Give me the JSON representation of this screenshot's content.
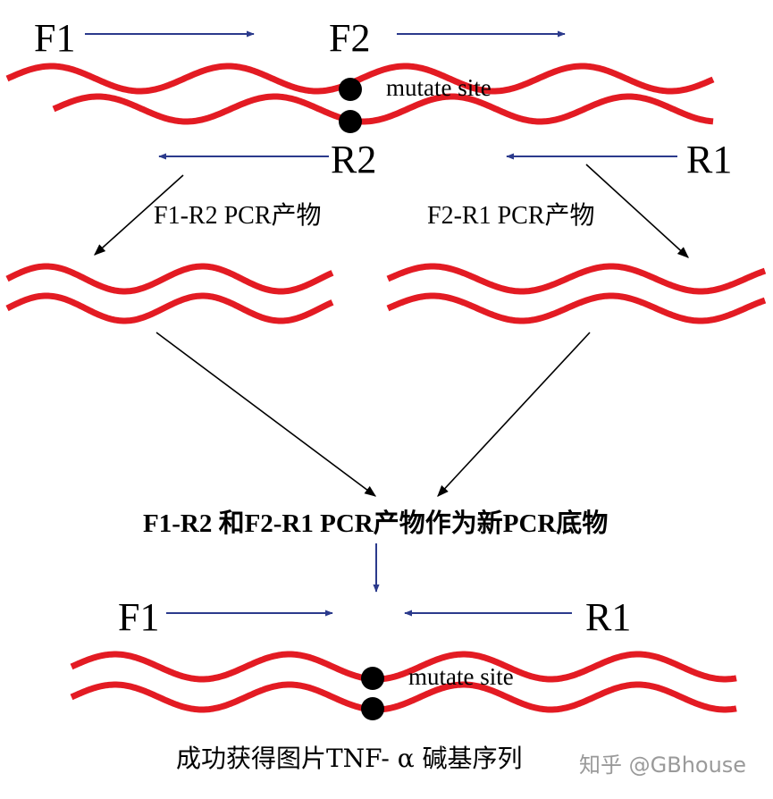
{
  "primers": {
    "f1_top": "F1",
    "f2_top": "F2",
    "r2": "R2",
    "r1_top": "R1",
    "f1_bottom": "F1",
    "r1_bottom": "R1"
  },
  "labels": {
    "mutate_site_top": "mutate site",
    "mutate_site_bottom": "mutate site",
    "product_left": "F1-R2 PCR产物",
    "product_right": "F2-R1 PCR产物",
    "merge_caption": "F1-R2 和F2-R1 PCR产物作为新PCR底物",
    "final_caption": "成功获得图片TNF- α 碱基序列"
  },
  "watermark": "知乎 @GBhouse",
  "colors": {
    "dna_strand": "#e31b23",
    "primer_arrow": "#2b3a8c",
    "flow_arrow": "#000000",
    "mutation_dot": "#000000"
  }
}
